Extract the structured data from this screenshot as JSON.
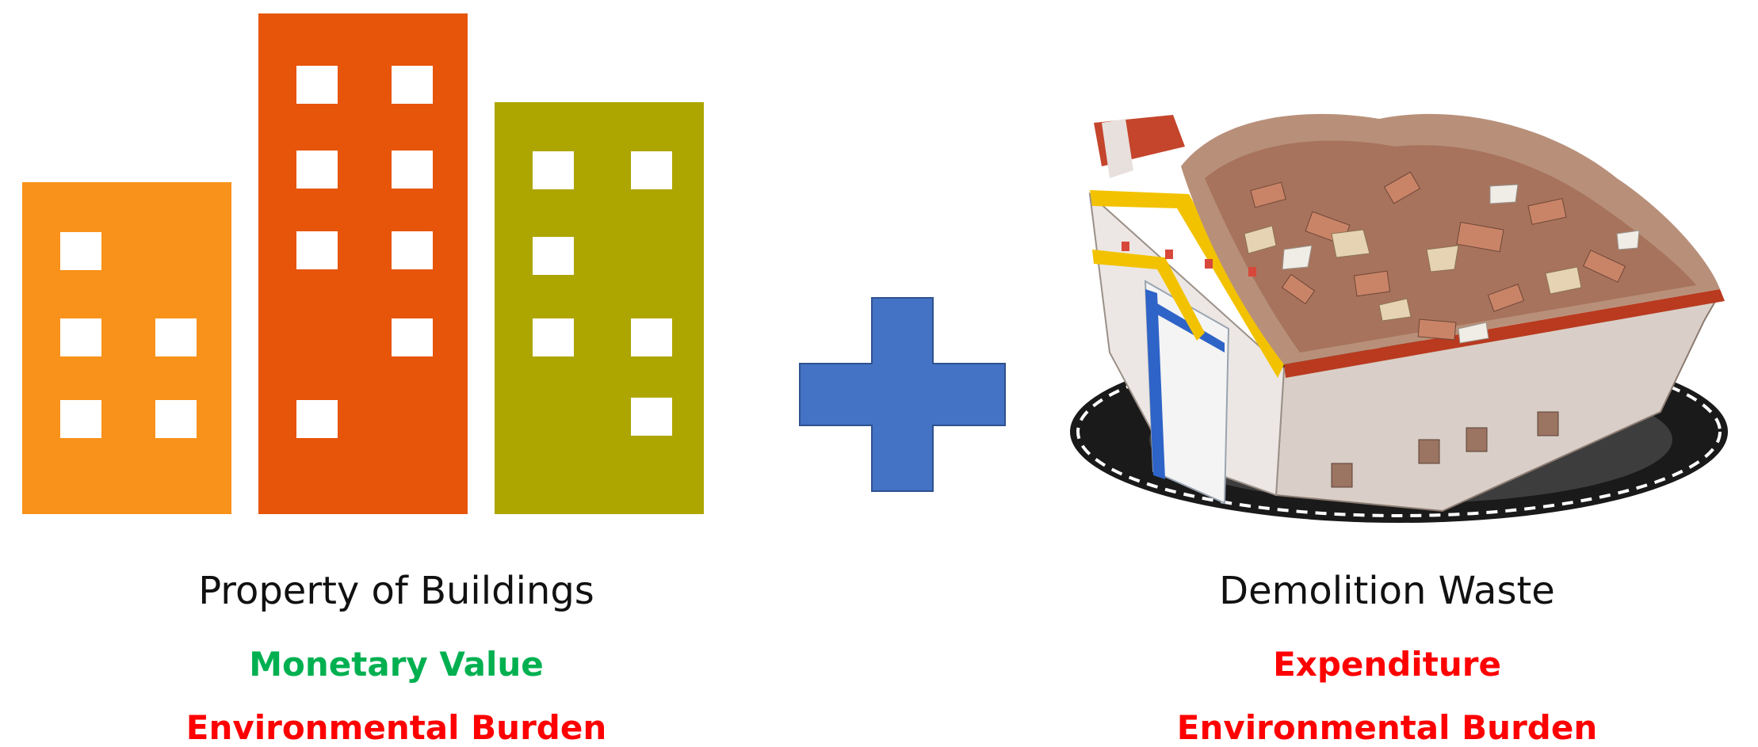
{
  "left": {
    "title": "Property of Buildings",
    "line1": "Monetary Value",
    "line2": "Environmental Burden"
  },
  "right": {
    "title": "Demolition Waste",
    "line1": "Expenditure",
    "line2": "Environmental Burden"
  },
  "symbols": {
    "plus": "plus-icon",
    "buildings": "buildings-icon",
    "skip": "demolition-waste-skip-image"
  },
  "colors": {
    "building_left": "#F9921A",
    "building_middle": "#E6550A",
    "building_right": "#ADA600",
    "plus": "#4472C4",
    "positive": "#00B050",
    "negative": "#FF0000"
  }
}
